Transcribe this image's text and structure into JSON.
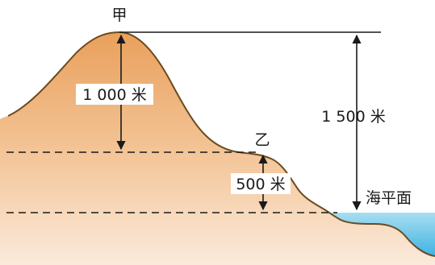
{
  "diagram": {
    "peak_label": "甲",
    "shoulder_label": "乙",
    "relative_height_peak_label": "1 000 米",
    "relative_height_shoulder_label": "500 米",
    "absolute_height_label": "1 500 米",
    "sea_level_label": "海平面"
  },
  "colors": {
    "land_top": "#e9a05c",
    "land_bottom": "#fbeadb",
    "water_top": "#a7def0",
    "water_bottom": "#3fb3e3",
    "outline": "#6b4a1e",
    "lines": "#1a1a1a"
  }
}
